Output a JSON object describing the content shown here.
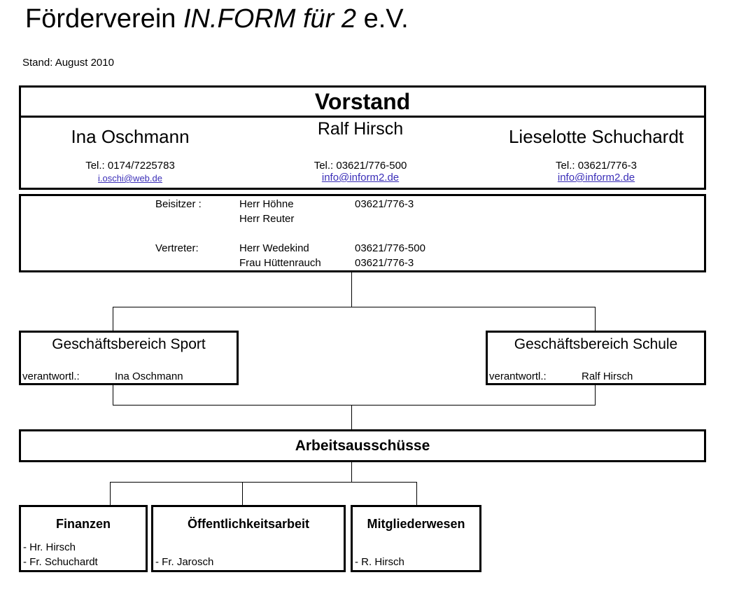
{
  "header": {
    "title_part1": "Förderverein ",
    "title_italic": "IN.FORM für 2",
    "title_part2": " e.V.",
    "stand": "Stand: August 2010"
  },
  "vorstand": {
    "heading": "Vorstand",
    "members": [
      {
        "name": "Ina Oschmann",
        "tel": "Tel.: 0174/7225783",
        "email": "i.oschi@web.de"
      },
      {
        "name": "Ralf Hirsch",
        "tel": "Tel.: 03621/776-500",
        "email": "info@inform2.de"
      },
      {
        "name": "Lieselotte Schuchardt",
        "tel": "Tel.: 03621/776-3",
        "email": "info@inform2.de"
      }
    ]
  },
  "beisitzer": {
    "label": "Beisitzer :",
    "entries": [
      {
        "name": "Herr Höhne",
        "tel": "03621/776-3"
      },
      {
        "name": "Herr Reuter",
        "tel": ""
      }
    ]
  },
  "vertreter": {
    "label": "Vertreter:",
    "entries": [
      {
        "name": "Herr Wedekind",
        "tel": "03621/776-500"
      },
      {
        "name": "Frau Hüttenrauch",
        "tel": "03621/776-3"
      }
    ]
  },
  "geschaeftsbereiche": [
    {
      "title": "Geschäftsbereich Sport",
      "label": "verantwortl.:",
      "person": "Ina Oschmann"
    },
    {
      "title": "Geschäftsbereich Schule",
      "label": "verantwortl.:",
      "person": "Ralf Hirsch"
    }
  ],
  "arbeitsausschuesse": {
    "heading": "Arbeitsausschüsse",
    "committees": [
      {
        "title": "Finanzen",
        "members": [
          "- Hr. Hirsch",
          "- Fr. Schuchardt"
        ]
      },
      {
        "title": "Öffentlichkeitsarbeit",
        "members": [
          "- Fr. Jarosch"
        ]
      },
      {
        "title": "Mitgliederwesen",
        "members": [
          "- R. Hirsch"
        ]
      }
    ]
  }
}
